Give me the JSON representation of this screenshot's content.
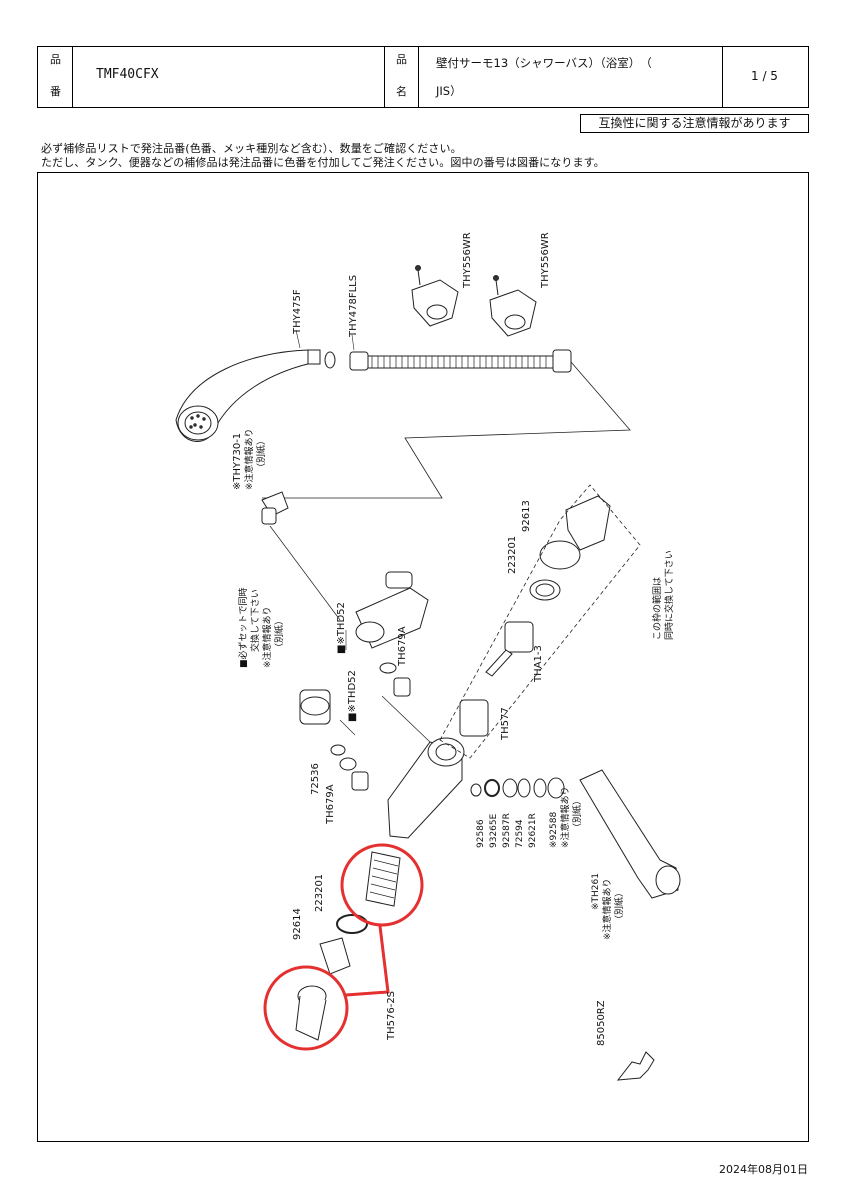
{
  "header": {
    "hinban_label_1": "品",
    "hinban_label_2": "番",
    "model": "TMF40CFX",
    "hinmei_label_1": "品",
    "hinmei_label_2": "名",
    "product_name_line1": "壁付サーモ13（シャワーバス）（浴室）　（",
    "product_name_line2": "JIS）",
    "page": "1 / 5"
  },
  "compat_note": "互換性に関する注意情報があります",
  "instructions": [
    "必ず補修品リストで発注品番(色番、メッキ種別など含む）、数量をご確認ください。",
    "ただし、タンク、便器などの補修品は発注品番に色番を付加してご発注ください。図中の番号は図番になります。"
  ],
  "parts": {
    "thy475f": "THY475F",
    "thy478flls": "THY478FLLS",
    "thy556wr_1": "THY556WR",
    "thy556wr_2": "THY556WR",
    "thy730": "※THY730-1",
    "thy730_note1": "※注意情報あり",
    "thy730_note2": "（別紙）",
    "set_note1": "■必ずセットで同時",
    "set_note2": "交換して下さい",
    "set_note3": "※注意情報あり",
    "set_note4": "（別紙）",
    "thd52_1": "■※THD52",
    "thd52_2": "■※THD52",
    "th679a_1": "TH679A",
    "th679a_2": "TH679A",
    "p72536": "72536",
    "p92613": "92613",
    "p223201_1": "223201",
    "p223201_2": "223201",
    "tha1_3": "THA1-3",
    "th577": "TH577",
    "frame_note1": "この枠の範囲は",
    "frame_note2": "同時に交換して下さい",
    "p92586": "92586",
    "p93265e": "93265E",
    "p92587r": "92587R",
    "p72594": "72594",
    "p92621r": "92621R",
    "p92588": "※92588",
    "p92588_note1": "※注意情報あり",
    "p92588_note2": "（別紙）",
    "th261": "※TH261",
    "th261_note1": "※注意情報あり",
    "th261_note2": "（別紙）",
    "p92614": "92614",
    "th576_2s": "TH576-2S",
    "p85050rz": "85050RZ"
  },
  "highlight_color": "#e53030",
  "date": "2024年08月01日"
}
